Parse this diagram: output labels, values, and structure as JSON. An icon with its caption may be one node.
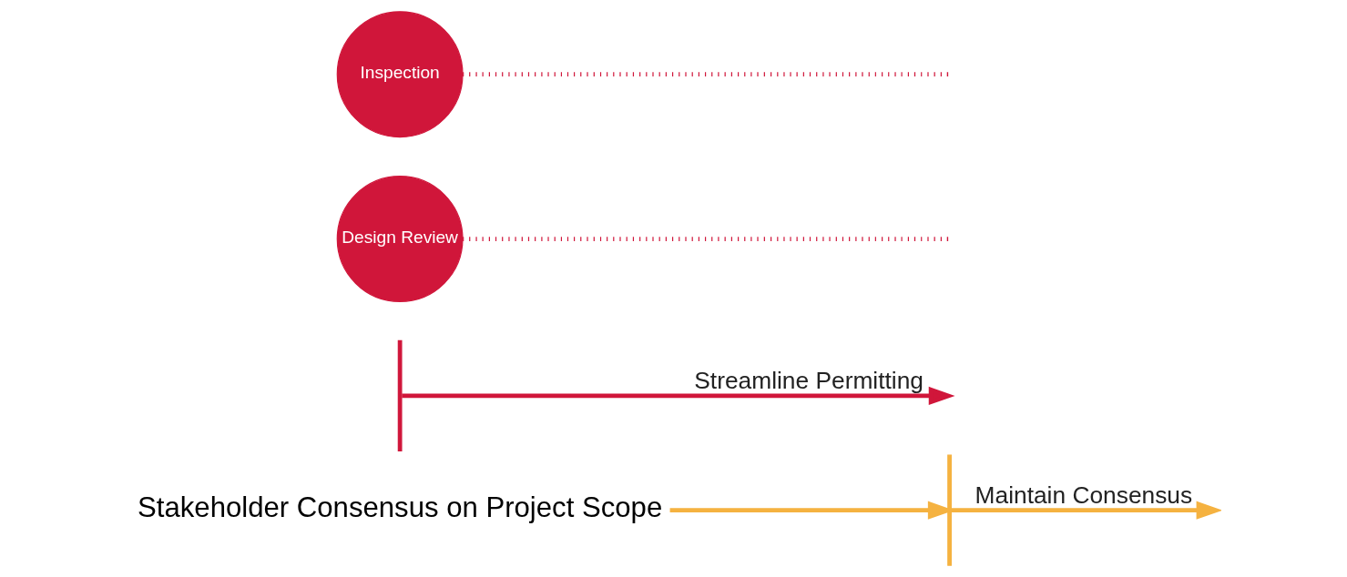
{
  "diagram": {
    "nodes": [
      {
        "text": [
          "Stakeholder Consensus on Project Scope"
        ]
      },
      {
        "text": [],
        "shape": "bar"
      },
      {
        "text": [],
        "shape": "bar"
      },
      {
        "text": [
          "Design Review"
        ]
      },
      {
        "text": [
          "Inspection"
        ]
      }
    ],
    "edges": [
      {
        "from": 0,
        "to": 1,
        "arrow": "to",
        "color": "#f5b240"
      },
      {
        "from": 1,
        "to": null,
        "arrow": "to",
        "label": "Maintain Consensus",
        "color": "#f5b240"
      },
      {
        "from": 2,
        "to": null,
        "arrow": "to",
        "label": "Streamline Permitting",
        "color": "#d0163a"
      },
      {
        "from": 3,
        "to": null,
        "arrow": "none",
        "style": "dashed",
        "color": "#d0163a"
      },
      {
        "from": 4,
        "to": null,
        "arrow": "none",
        "style": "dashed",
        "color": "#d0163a"
      }
    ]
  }
}
